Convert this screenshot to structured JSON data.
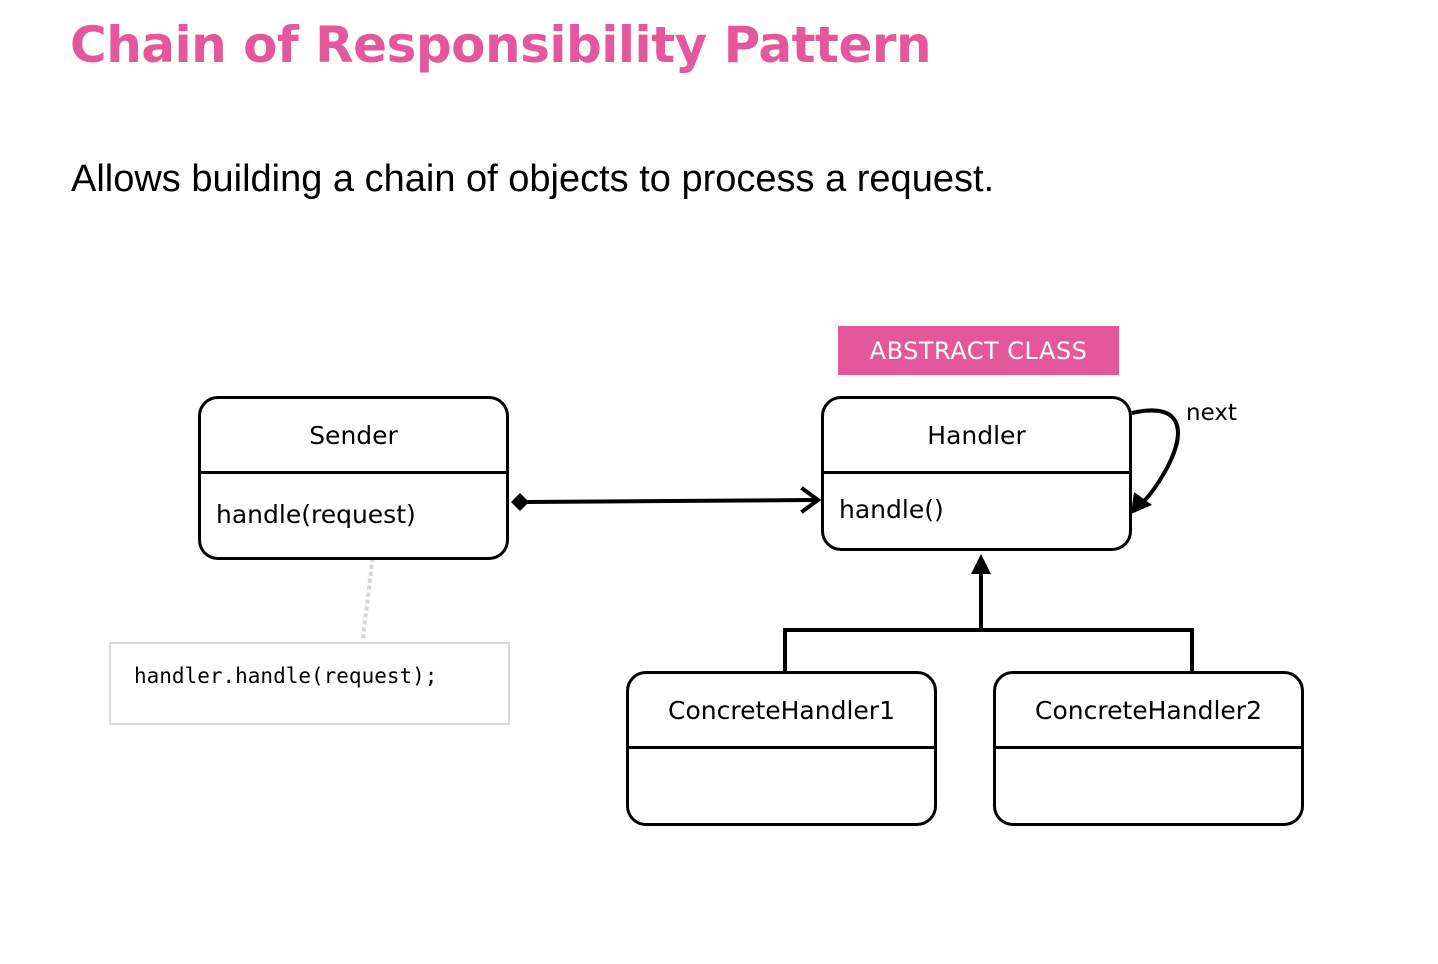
{
  "title": "Chain of Responsibility Pattern",
  "subtitle": "Allows building a chain of objects to process a request.",
  "colors": {
    "accent": "#e5579b",
    "tag_background": "#e5579b",
    "note_border": "#d9d9d9",
    "line": "#000000"
  },
  "diagram": {
    "abstract_tag": "ABSTRACT CLASS",
    "sender": {
      "name": "Sender",
      "method": "handle(request)"
    },
    "handler": {
      "name": "Handler",
      "method": "handle()"
    },
    "concrete_handler_1": {
      "name": "ConcreteHandler1"
    },
    "concrete_handler_2": {
      "name": "ConcreteHandler2"
    },
    "self_link_label": "next",
    "code_note": "handler.handle(request);"
  }
}
